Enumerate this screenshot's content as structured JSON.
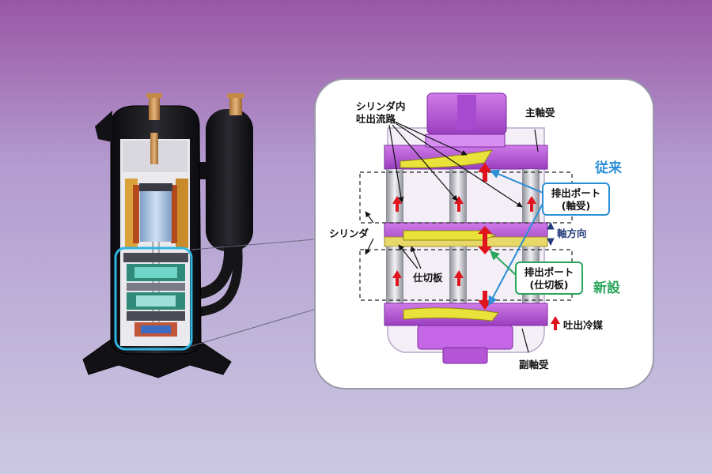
{
  "labels": {
    "cylinder_discharge_path": [
      "シリンダ内",
      "吐出流路"
    ],
    "main_bearing": "主軸受",
    "conventional": "従来",
    "discharge_port_bearing": [
      "排出ポート",
      "(軸受)"
    ],
    "cylinder": "シリンダ",
    "axial_direction": "軸方向",
    "partition_plate": "仕切板",
    "discharge_port_partition": [
      "排出ポート",
      "(仕切板)"
    ],
    "new_design": "新設",
    "discharge_refrigerant": "吐出冷媒",
    "sub_bearing": "副軸受"
  },
  "colors": {
    "bg_top": "#9a56a6",
    "bg_bottom": "#c9c6e0",
    "conventional_accent": "#2b8fd6",
    "new_accent": "#2aa65a",
    "discharge_arrow": "#e0141e",
    "bearing_purple": "#b455d6",
    "discharge_path_yellow": "#e8e23a"
  }
}
